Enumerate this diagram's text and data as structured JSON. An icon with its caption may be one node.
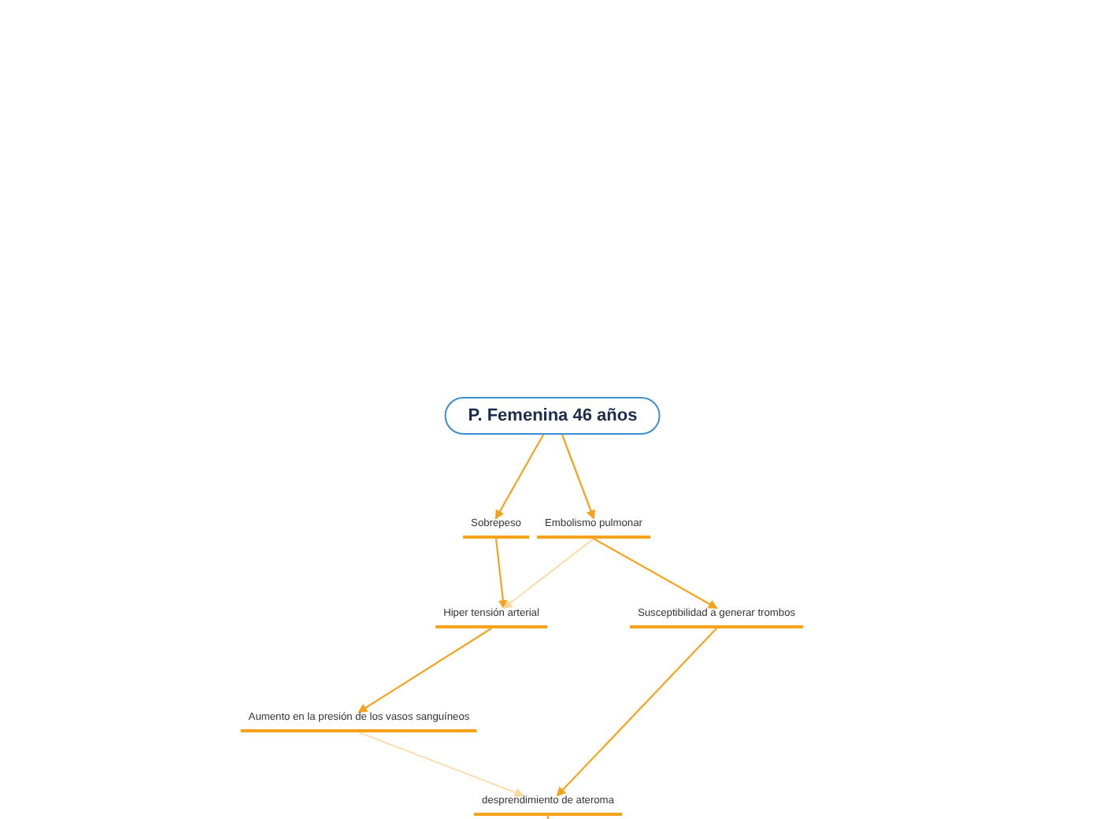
{
  "diagram": {
    "nodes": [
      {
        "text": [
          "P. Femenina 46 años"
        ]
      },
      {
        "text": [
          "Sobrepeso"
        ]
      },
      {
        "text": [
          "Embolismo pulmonar"
        ]
      },
      {
        "text": [
          "Hiper tensión arterial"
        ]
      },
      {
        "text": [
          "Susceptibilidad a generar trombos"
        ]
      },
      {
        "text": [
          "Aumento en la presión de los vasos sanguíneos"
        ]
      },
      {
        "text": [
          "desprendimiento de ateroma"
        ]
      }
    ],
    "edges": [
      {
        "from": 0,
        "to": 1,
        "arrow": "to"
      },
      {
        "from": 0,
        "to": 2,
        "arrow": "to"
      },
      {
        "from": 1,
        "to": 3,
        "arrow": "to"
      },
      {
        "from": 2,
        "to": 3,
        "arrow": "to",
        "color": "#ffd699"
      },
      {
        "from": 2,
        "to": 4,
        "arrow": "to"
      },
      {
        "from": 3,
        "to": 5,
        "arrow": "to"
      },
      {
        "from": 4,
        "to": 6,
        "arrow": "to"
      },
      {
        "from": 5,
        "to": 6,
        "arrow": "to",
        "color": "#ffd699"
      },
      {
        "from": 6,
        "to": null,
        "arrow": "none"
      }
    ]
  }
}
